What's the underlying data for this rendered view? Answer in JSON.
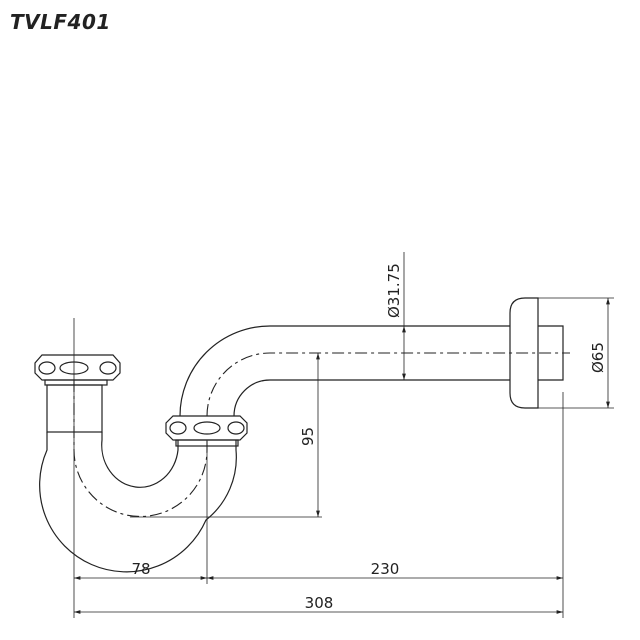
{
  "title": "TVLF401",
  "dimensions": {
    "pipe_diameter": "Ø31.75",
    "flange_diameter": "Ø65",
    "trap_depth": "95",
    "inlet_to_trap": "78",
    "trap_to_wall": "230",
    "overall_length": "308"
  }
}
